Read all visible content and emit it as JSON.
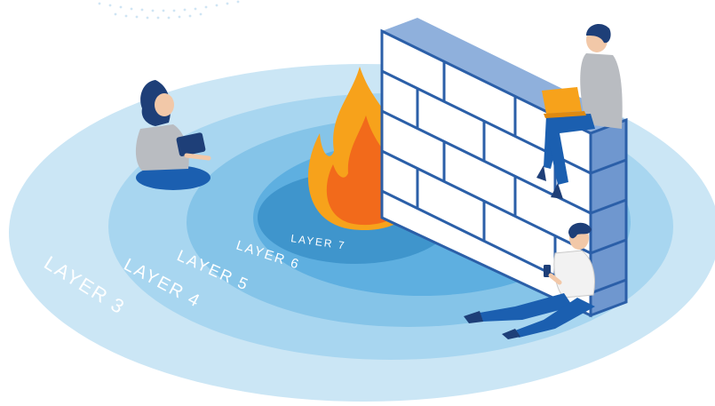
{
  "illustration": {
    "layers": [
      {
        "label": "LAYER 3"
      },
      {
        "label": "LAYER 4"
      },
      {
        "label": "LAYER 5"
      },
      {
        "label": "LAYER 6"
      },
      {
        "label": "LAYER 7"
      }
    ],
    "colors": {
      "ring_3": "#cbe6f5",
      "ring_4": "#a8d6f0",
      "ring_5": "#85c4e8",
      "ring_6": "#5eafe0",
      "ring_7": "#3f95cc",
      "wall_face": "#ffffff",
      "wall_mortar": "#2b5fa8",
      "wall_side": "#8fb0dc",
      "flame_outer": "#f7a21b",
      "flame_inner": "#f26a1b",
      "person_shirt": "#b9bcc1",
      "person_pants": "#1b5fb0",
      "person_hair": "#1e3f78"
    }
  }
}
